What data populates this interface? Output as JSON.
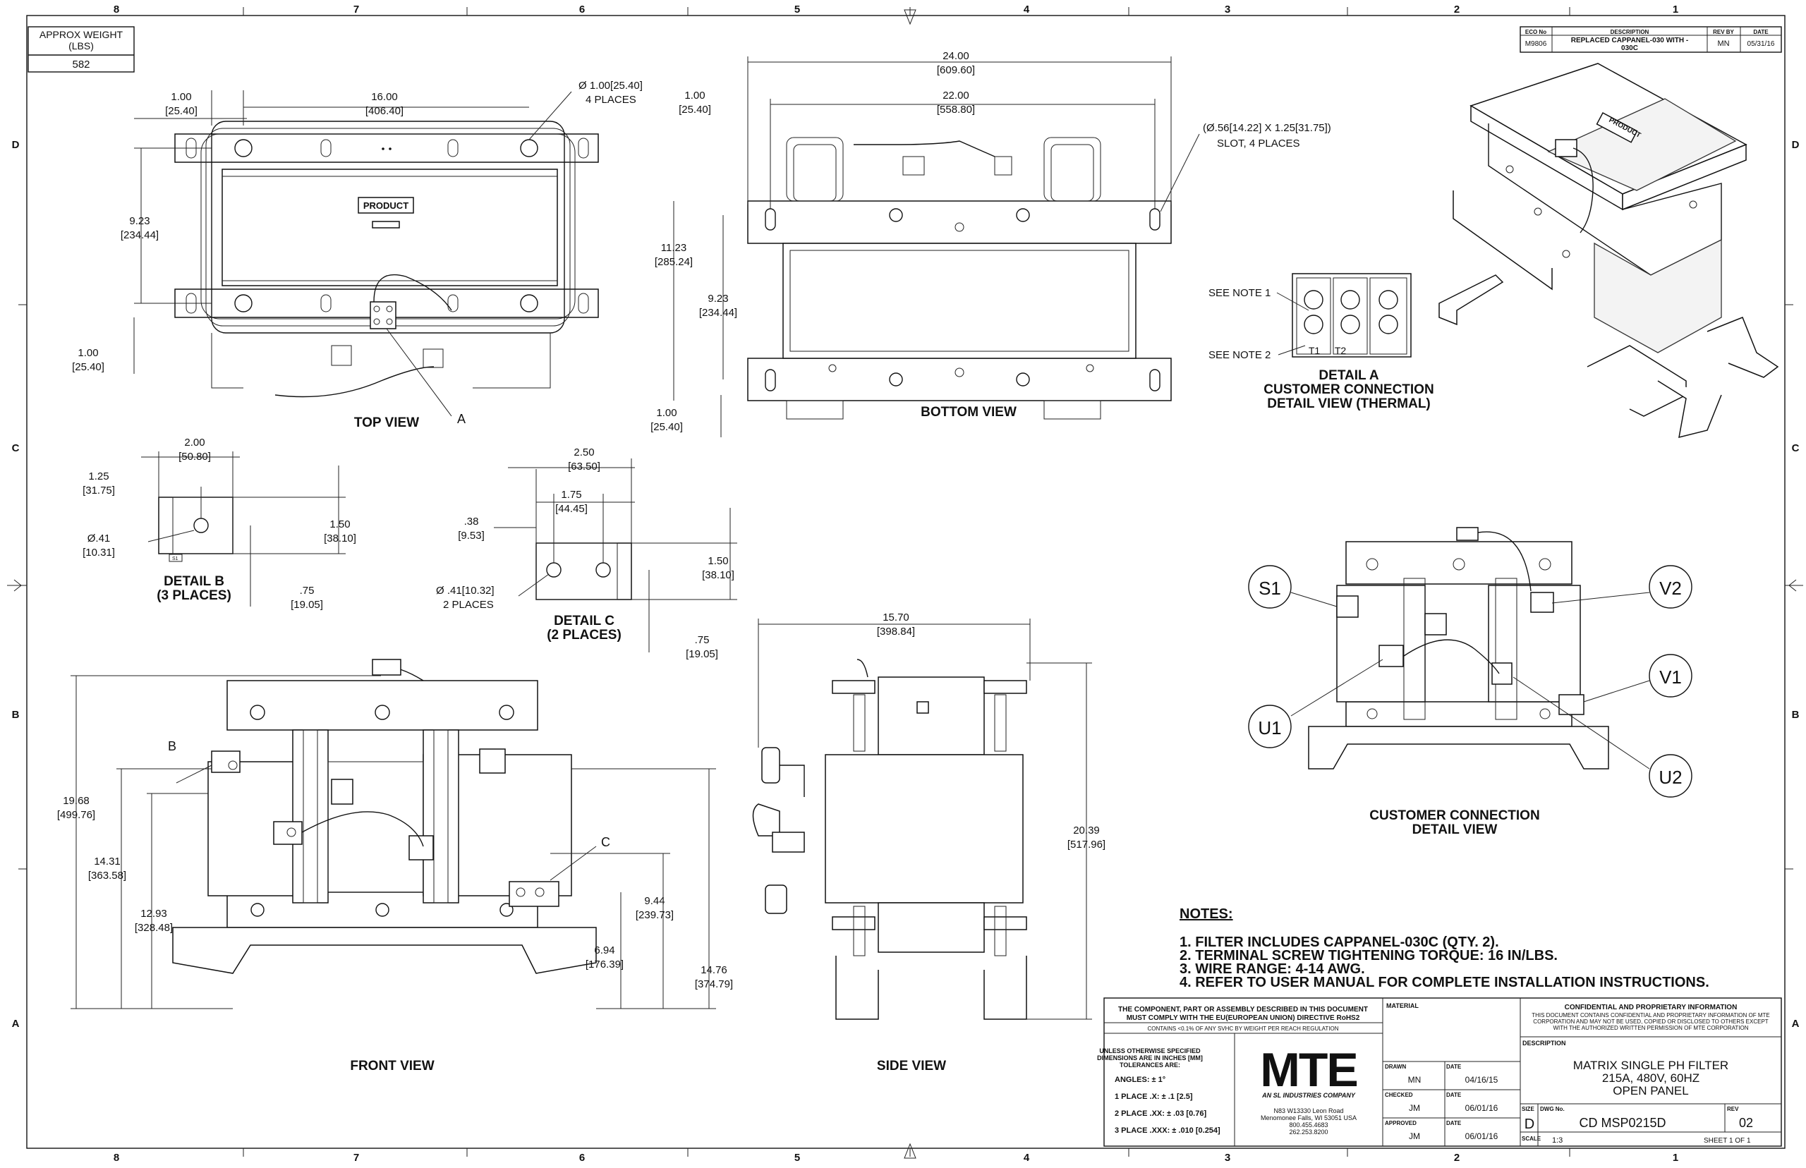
{
  "zones": {
    "columns": [
      "8",
      "7",
      "6",
      "5",
      "4",
      "3",
      "2",
      "1"
    ],
    "rows": [
      "D",
      "C",
      "B",
      "A"
    ]
  },
  "weight_box": {
    "label": "APPROX WEIGHT\n(LBS)",
    "label_line1": "APPROX WEIGHT",
    "label_line2": "(LBS)",
    "value": "582"
  },
  "revision": {
    "headers": [
      "ECO No",
      "DESCRIPTION",
      "REV BY",
      "DATE"
    ],
    "row": {
      "eco": "M9806",
      "description_line1": "REPLACED CAPPANEL-030 WITH -",
      "description_line2": "030C",
      "rev_by": "MN",
      "date": "05/31/16"
    }
  },
  "top_view": {
    "title": "TOP VIEW",
    "callout": "A",
    "product_label": "PRODUCT",
    "dims": {
      "left_edge": [
        "1.00",
        "[25.40]"
      ],
      "width": [
        "16.00",
        "[406.40]"
      ],
      "hole": [
        "Ø 1.00[25.40]",
        "4 PLACES"
      ],
      "height": [
        "9.23",
        "[234.44]"
      ],
      "bottom_edge": [
        "1.00",
        "[25.40]"
      ]
    }
  },
  "bottom_view": {
    "title": "BOTTOM VIEW",
    "dims": {
      "overall_width": [
        "24.00",
        "[609.60]"
      ],
      "inner_width": [
        "22.00",
        "[558.80]"
      ],
      "left_edge": [
        "1.00",
        "[25.40]"
      ],
      "slot": [
        "(Ø.56[14.22] X 1.25[31.75])",
        "SLOT, 4 PLACES"
      ],
      "overall_height": [
        "11.23",
        "[285.24]"
      ],
      "inner_height": [
        "9.23",
        "[234.44]"
      ],
      "bottom_edge": [
        "1.00",
        "[25.40]"
      ]
    }
  },
  "detail_a": {
    "title_lines": [
      "DETAIL A",
      "CUSTOMER CONNECTION",
      "DETAIL VIEW (THERMAL)"
    ],
    "note1": "SEE NOTE 1",
    "note2": "SEE NOTE 2",
    "t1": "T1",
    "t2": "T2"
  },
  "detail_b": {
    "title_lines": [
      "DETAIL B",
      "(3 PLACES)"
    ],
    "label": "S1",
    "dims": {
      "width": [
        "2.00",
        "[50.80]"
      ],
      "hole_x": [
        "1.25",
        "[31.75]"
      ],
      "hole_d": [
        "Ø.41",
        "[10.31]"
      ],
      "height": [
        "1.50",
        "[38.10]"
      ],
      "hole_y": [
        ".75",
        "[19.05]"
      ]
    }
  },
  "detail_c": {
    "title_lines": [
      "DETAIL C",
      "(2 PLACES)"
    ],
    "dims": {
      "width": [
        "2.50",
        "[63.50]"
      ],
      "hole_spacing": [
        "1.75",
        "[44.45]"
      ],
      "hole_x": [
        ".38",
        "[9.53]"
      ],
      "hole_d": [
        "Ø .41[10.32]",
        "2 PLACES"
      ],
      "height": [
        "1.50",
        "[38.10]"
      ],
      "hole_y": [
        ".75",
        "[19.05]"
      ]
    }
  },
  "front_view": {
    "title": "FRONT VIEW",
    "callout_b": "B",
    "callout_c": "C",
    "dims": {
      "overall_height": [
        "19.68",
        "[499.76]"
      ],
      "h2": [
        "14.31",
        "[363.58]"
      ],
      "h3": [
        "12.93",
        "[328.48]"
      ],
      "h4": [
        "9.44",
        "[239.73]"
      ],
      "h5": [
        "6.94",
        "[176.39]"
      ],
      "h6": [
        "14.76",
        "[374.79]"
      ]
    }
  },
  "side_view": {
    "title": "SIDE VIEW",
    "dims": {
      "width": [
        "15.70",
        "[398.84]"
      ],
      "height": [
        "20.39",
        "[517.96]"
      ]
    }
  },
  "customer_connection": {
    "title_lines": [
      "CUSTOMER CONNECTION",
      "DETAIL VIEW"
    ],
    "terminals": [
      "S1",
      "U1",
      "V2",
      "V1",
      "U2"
    ]
  },
  "iso_view": {
    "product_label": "PRODUCT"
  },
  "notes": {
    "heading": "NOTES:",
    "items": [
      "1.  FILTER INCLUDES CAPPANEL-030C (QTY. 2).",
      "2.  TERMINAL SCREW TIGHTENING TORQUE: 16 IN/LBS.",
      "3.  WIRE RANGE: 4-14 AWG.",
      "4.  REFER TO USER MANUAL FOR COMPLETE INSTALLATION INSTRUCTIONS."
    ]
  },
  "title_block": {
    "rohs_line1": "THE COMPONENT, PART OR ASSEMBLY DESCRIBED IN THIS DOCUMENT",
    "rohs_line2": "MUST COMPLY WITH THE EU(EUROPEAN UNION) DIRECTIVE RoHS2",
    "reach": "CONTAINS <0.1% OF ANY SVHC BY WEIGHT PER REACH REGULATION",
    "tol_header": [
      "UNLESS OTHERWISE SPECIFIED",
      "DIMENSIONS ARE IN INCHES [MM]",
      "TOLERANCES ARE:"
    ],
    "tolerances": [
      "ANGLES: ± 1°",
      "1 PLACE .X: ± .1 [2.5]",
      "2 PLACE .XX: ± .03 [0.76]",
      "3 PLACE .XXX: ± .010 [0.254]"
    ],
    "logo": "MTE",
    "logo_sub": "AN SL INDUSTRIES COMPANY",
    "address": [
      "N83 W13330 Leon Road",
      "Menomonee Falls, WI 53051 USA",
      "800.455.4683",
      "262.253.8200"
    ],
    "material_label": "MATERIAL",
    "drawn_label": "DRAWN",
    "drawn_by": "MN",
    "drawn_date": "04/16/15",
    "checked_label": "CHECKED",
    "checked_by": "JM",
    "checked_date": "06/01/16",
    "approved_label": "APPROVED",
    "approved_by": "JM",
    "approved_date": "06/01/16",
    "date_label": "DATE",
    "confidential_title": "CONFIDENTIAL AND PROPRIETARY INFORMATION",
    "confidential_text": [
      "THIS DOCUMENT CONTAINS CONFIDENTIAL AND PROPRIETARY INFORMATION OF MTE",
      "CORPORATION AND MAY NOT BE USED, COPIED OR DISCLOSED TO OTHERS EXCEPT",
      "WITH THE AUTHORIZED WRITTEN PERMISSION OF MTE CORPORATION"
    ],
    "description_label": "DESCRIPTION",
    "description": [
      "MATRIX SINGLE PH FILTER",
      "215A, 480V, 60HZ",
      "OPEN PANEL"
    ],
    "size_label": "SIZE",
    "size": "D",
    "dwg_label": "DWG No.",
    "dwg_no": "CD MSP0215D",
    "rev_label": "REV",
    "rev": "02",
    "scale_label": "SCALE",
    "scale": "1:3",
    "sheet": "SHEET 1  OF 1"
  }
}
